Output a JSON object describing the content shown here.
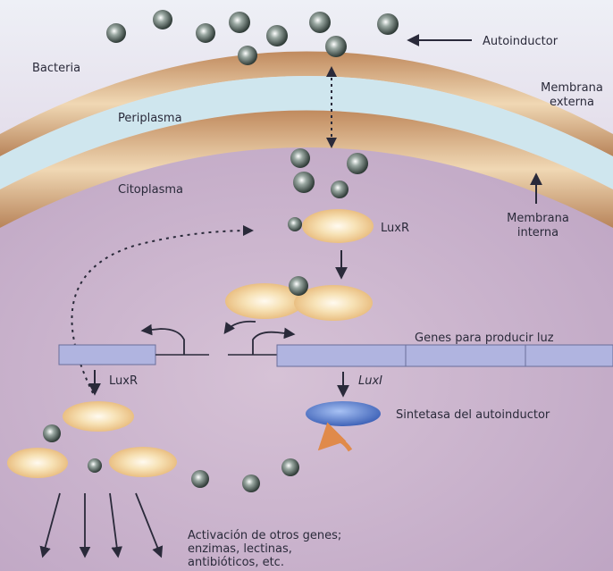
{
  "labels": {
    "autoinductor": "Autoinductor",
    "bacteria": "Bacteria",
    "membrana_externa_1": "Membrana",
    "membrana_externa_2": "externa",
    "periplasma": "Periplasma",
    "citoplasma": "Citoplasma",
    "membrana_interna_1": "Membrana",
    "membrana_interna_2": "interna",
    "luxr_top": "LuxR",
    "genes_luz": "Genes para producir luz",
    "luxr_left": "LuxR",
    "luxi": "LuxI",
    "sintetasa": "Sintetasa del autoinductor",
    "activacion_1": "Activación de otros genes;",
    "activacion_2": "enzimas, lectinas,",
    "activacion_3": "antibióticos, etc."
  },
  "colors": {
    "background_top": "#e4e6f2",
    "cytoplasm": "#c8b0c8",
    "periplasm": "#cfe6ee",
    "membrane": "#d8b490",
    "gene_box": "#b0b4e0",
    "protein_luxr": "#f2d49a",
    "synthase": "#5a7fd0",
    "curved_arrow": "#e08a4a",
    "molecule": "#4a5a55"
  }
}
